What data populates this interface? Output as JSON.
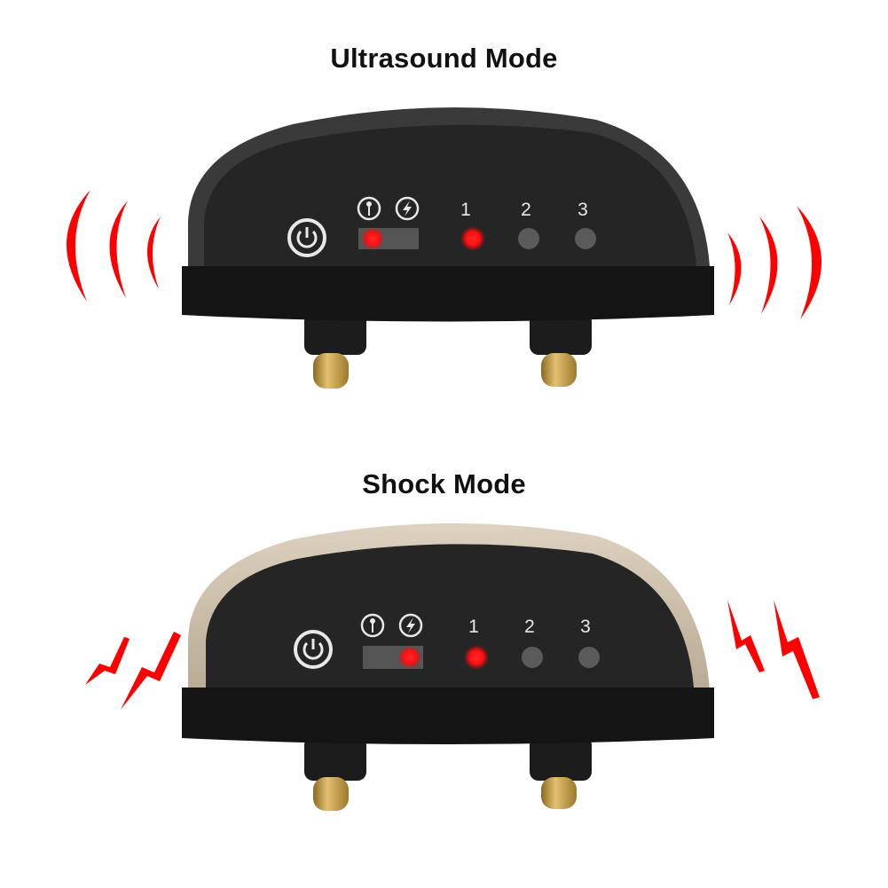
{
  "panels": [
    {
      "title": "Ultrasound Mode",
      "shell_color": "#2b2b2b",
      "indicator_labels": [
        "1",
        "2",
        "3"
      ],
      "active_mode_led": "ultrasound",
      "active_level": "1",
      "side_effect": "sound-waves"
    },
    {
      "title": "Shock Mode",
      "shell_color": "#c9bca7",
      "indicator_labels": [
        "1",
        "2",
        "3"
      ],
      "active_mode_led": "shock",
      "active_level": "1",
      "side_effect": "lightning-bolts"
    }
  ],
  "icons": {
    "power": "power-icon",
    "ultrasound": "ultrasound-icon",
    "shock": "lightning-icon"
  },
  "colors": {
    "led_on": "#ff1a1a",
    "led_off": "#5a5a5a",
    "effect_red": "#ff0000",
    "pin_brass": "#c9a24a"
  }
}
